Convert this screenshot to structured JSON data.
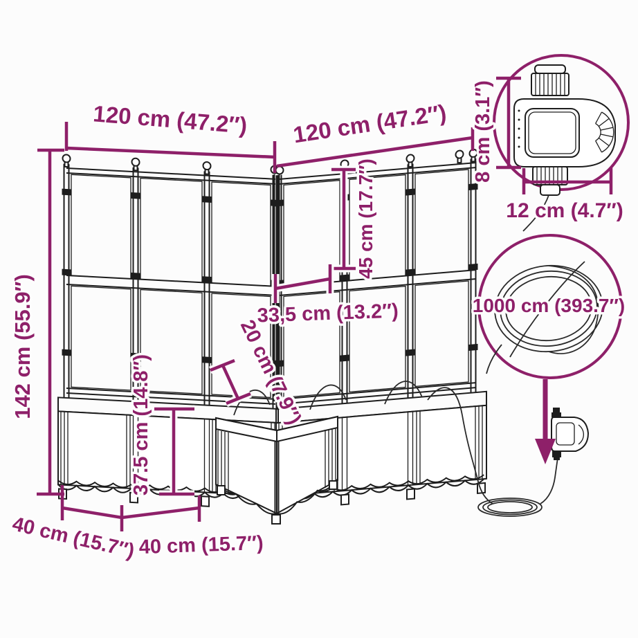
{
  "diagram": {
    "kind": "product-dimension-diagram",
    "product": "corner garden planter with trellis and irrigation timer",
    "dimensions": {
      "top_width_left": "120 cm (47.2″)",
      "top_width_right": "120 cm (47.2″)",
      "total_height": "142 cm (55.9″)",
      "trellis_drop": "45 cm (17.7″)",
      "panel_width": "33,5 cm (13.2″)",
      "planter_depth_inner": "20 cm (7.9″)",
      "planter_height": "37.5 cm (14.8″)",
      "base_depth_left": "40 cm (15.7″)",
      "base_width_front": "40 cm (15.7″)",
      "timer_height": "8 cm (3.1″)",
      "timer_width": "12 cm (4.7″)",
      "hose_length": "1000 cm (393.7″)"
    },
    "colors": {
      "dimension": "#8e2069",
      "linework": "#1d1d1d",
      "background": "#fcfcfc"
    }
  }
}
